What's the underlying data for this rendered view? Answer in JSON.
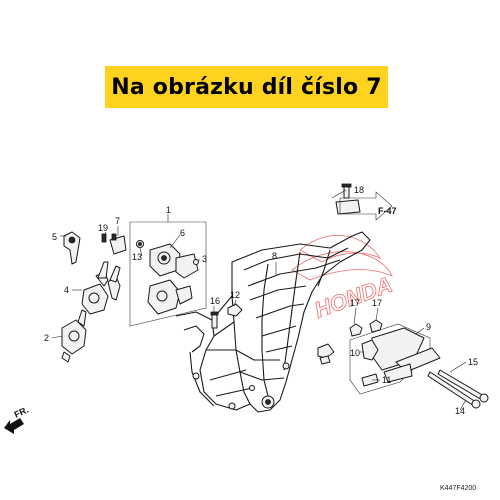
{
  "banner": {
    "text": "Na obrázku díl číslo 7",
    "color": "#ffd21f"
  },
  "callouts": [
    {
      "id": "1",
      "text": "1"
    },
    {
      "id": "2",
      "text": "2"
    },
    {
      "id": "3",
      "text": "3"
    },
    {
      "id": "4",
      "text": "4"
    },
    {
      "id": "5",
      "text": "5"
    },
    {
      "id": "6",
      "text": "6"
    },
    {
      "id": "7",
      "text": "7"
    },
    {
      "id": "8",
      "text": "8"
    },
    {
      "id": "9",
      "text": "9"
    },
    {
      "id": "10",
      "text": "10"
    },
    {
      "id": "11",
      "text": "11"
    },
    {
      "id": "12",
      "text": "12"
    },
    {
      "id": "13",
      "text": "13"
    },
    {
      "id": "14",
      "text": "14"
    },
    {
      "id": "15",
      "text": "15"
    },
    {
      "id": "16",
      "text": "16"
    },
    {
      "id": "17a",
      "text": "17"
    },
    {
      "id": "17b",
      "text": "17"
    },
    {
      "id": "18",
      "text": "18"
    }
  ],
  "reference": {
    "text": "F-47"
  },
  "direction": {
    "text": "FR."
  },
  "diagram_code": {
    "text": "K447F4200"
  },
  "watermark": {
    "text": "HONDA",
    "color": "#ee6b6b"
  }
}
